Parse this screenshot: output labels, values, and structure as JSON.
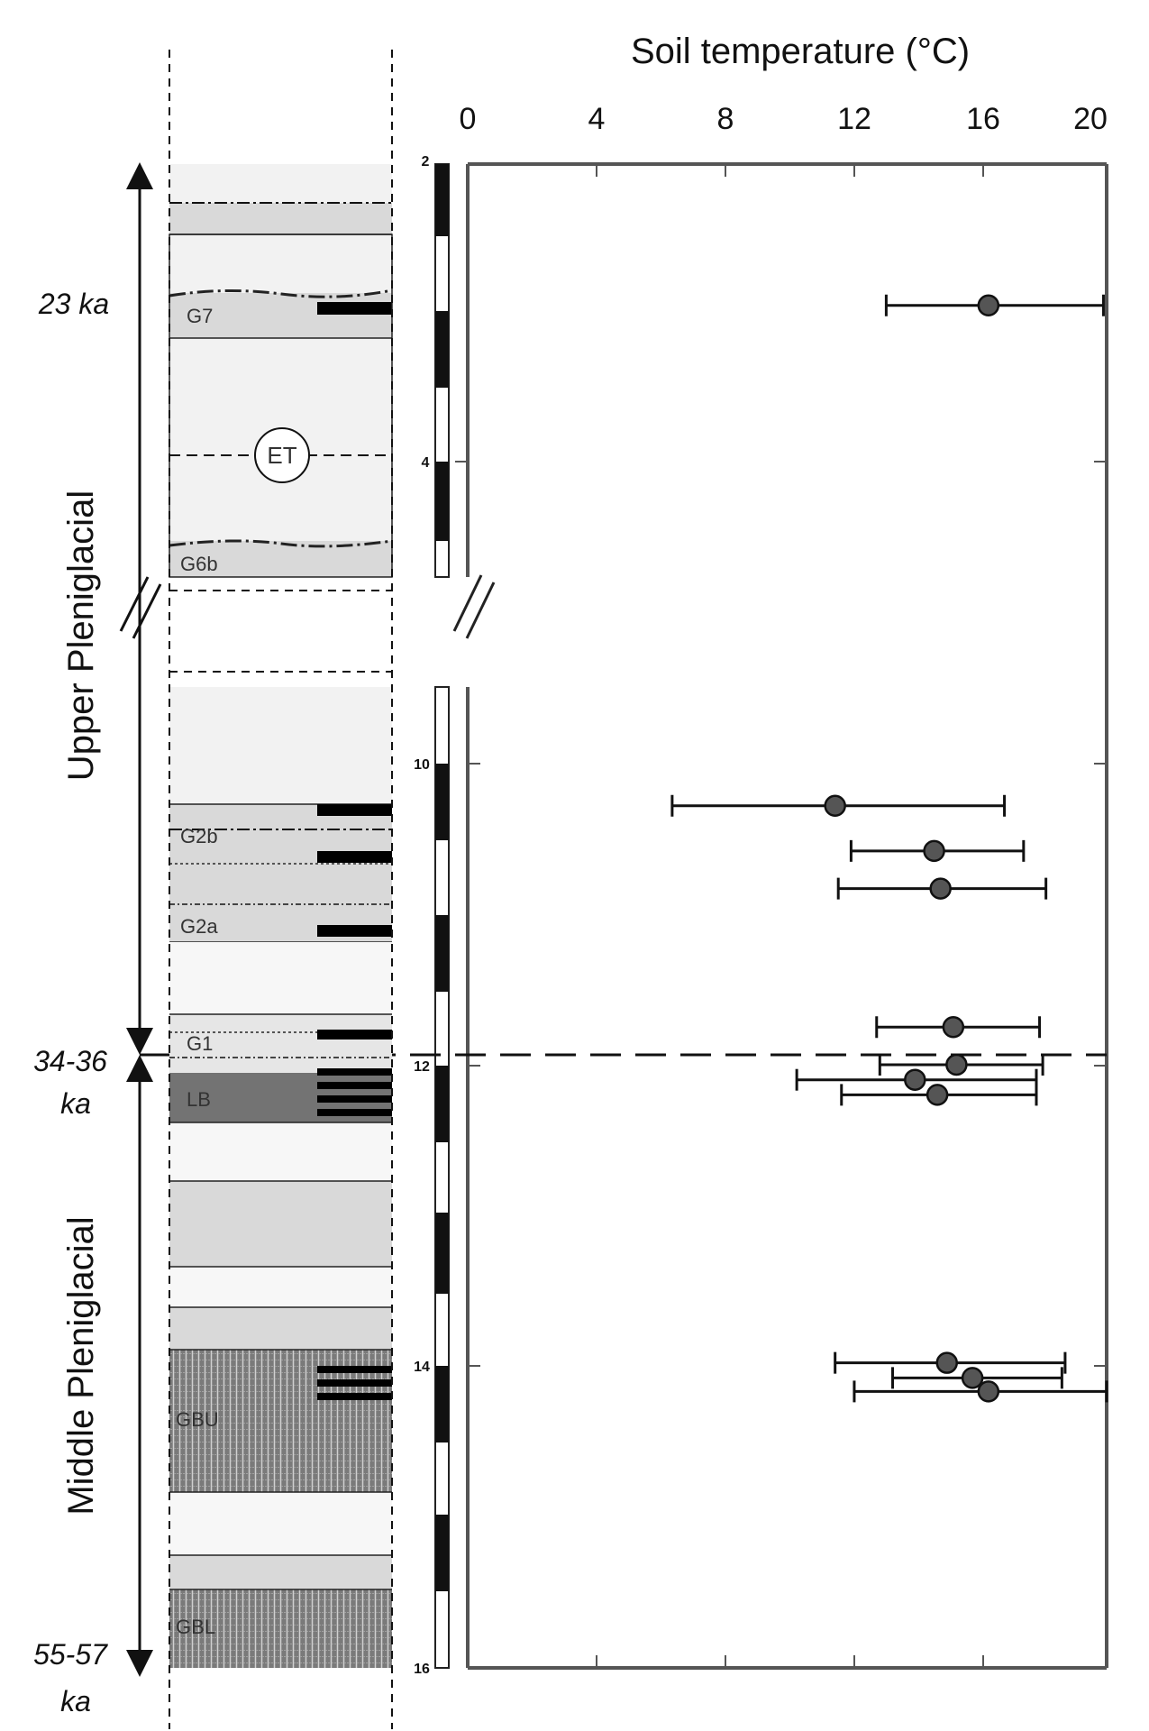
{
  "chart_data": {
    "type": "scatter",
    "title": "",
    "xlabel": "Soil temperature (°C)",
    "ylabel": "",
    "xlim": [
      0,
      20
    ],
    "x_ticks": [
      "0",
      "4",
      "8",
      "12",
      "16",
      "20"
    ],
    "axis_break": "between depth 5.5 and 9.5",
    "depth_ticks": [
      "2",
      "4",
      "10",
      "12",
      "14",
      "16"
    ],
    "grid": false,
    "legend": "none",
    "points": [
      {
        "depth": 2.95,
        "temp": 16.3,
        "err_low": 13.1,
        "err_high": 19.9
      },
      {
        "depth": 10.28,
        "temp": 11.5,
        "err_low": 6.4,
        "err_high": 16.8
      },
      {
        "depth": 10.58,
        "temp": 14.6,
        "err_low": 12.0,
        "err_high": 17.4
      },
      {
        "depth": 10.83,
        "temp": 14.8,
        "err_low": 11.6,
        "err_high": 18.1
      },
      {
        "depth": 11.75,
        "temp": 15.2,
        "err_low": 12.8,
        "err_high": 17.9
      },
      {
        "depth": 12.0,
        "temp": 15.3,
        "err_low": 12.9,
        "err_high": 18.0
      },
      {
        "depth": 12.1,
        "temp": 14.0,
        "err_low": 10.3,
        "err_high": 17.8
      },
      {
        "depth": 12.2,
        "temp": 14.7,
        "err_low": 11.7,
        "err_high": 17.8
      },
      {
        "depth": 13.98,
        "temp": 15.0,
        "err_low": 11.5,
        "err_high": 18.7
      },
      {
        "depth": 14.08,
        "temp": 15.8,
        "err_low": 13.3,
        "err_high": 18.6
      },
      {
        "depth": 14.17,
        "temp": 16.3,
        "err_low": 12.1,
        "err_high": 20.4
      }
    ],
    "reference_line_depth": 11.9
  },
  "stratigraphy": {
    "layers": [
      "G7",
      "ET",
      "G6b",
      "G2b",
      "G2a",
      "G1",
      "LB",
      "GBU",
      "GBL"
    ],
    "ages": [
      "23 ka",
      "34-36",
      "ka",
      "55-57",
      "ka"
    ],
    "periods": [
      "Upper Pleniglacial",
      "Middle Pleniglacial"
    ]
  },
  "colors": {
    "marker": "#555555",
    "layer_light": "#d9d9d9",
    "layer_dark": "#737373",
    "axis": "#555555"
  }
}
